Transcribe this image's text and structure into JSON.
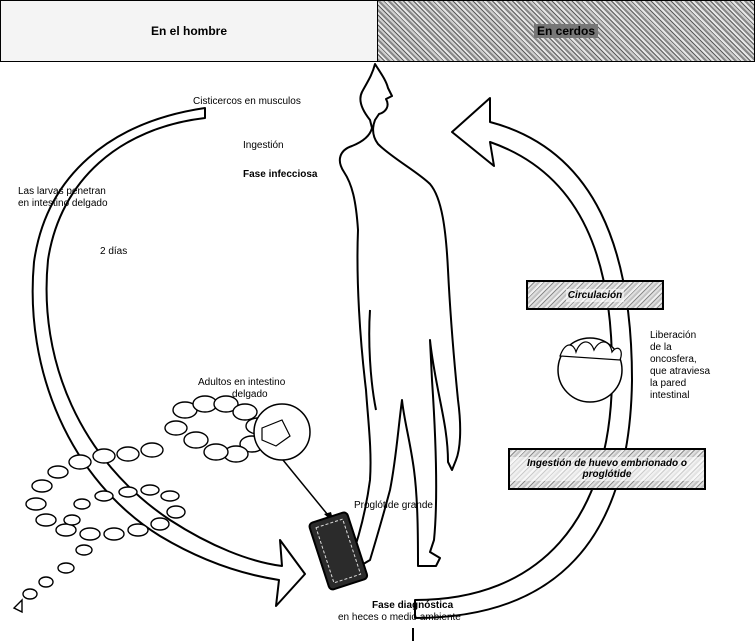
{
  "header": {
    "left_title": "En el hombre",
    "right_title": "En cerdos"
  },
  "labels": {
    "cisticercos": "Cisticercos en musculos",
    "ingestion": "Ingestión",
    "fase_infecciosa": "Fase infecciosa",
    "larvas_line1": "Las larvas penetran",
    "larvas_line2": "en intestino delgado",
    "dias": "2 días",
    "adultos_line1": "Adultos en intestino",
    "adultos_line2": "delgado",
    "proglotide": "Proglótide grande",
    "fase_diag": "Fase diagnóstica",
    "fase_diag_sub": "en heces o medio ambiente",
    "liberacion": [
      "Liberación",
      "de la",
      "oncosfera,",
      "que atraviesa",
      "la pared",
      "intestinal"
    ]
  },
  "boxes": {
    "circulacion": "Circulación",
    "ingestion_huevo": "Ingestión de huevo embrionado o proglótide"
  },
  "colors": {
    "stroke": "#000000",
    "arrow_fill": "#ffffff"
  }
}
